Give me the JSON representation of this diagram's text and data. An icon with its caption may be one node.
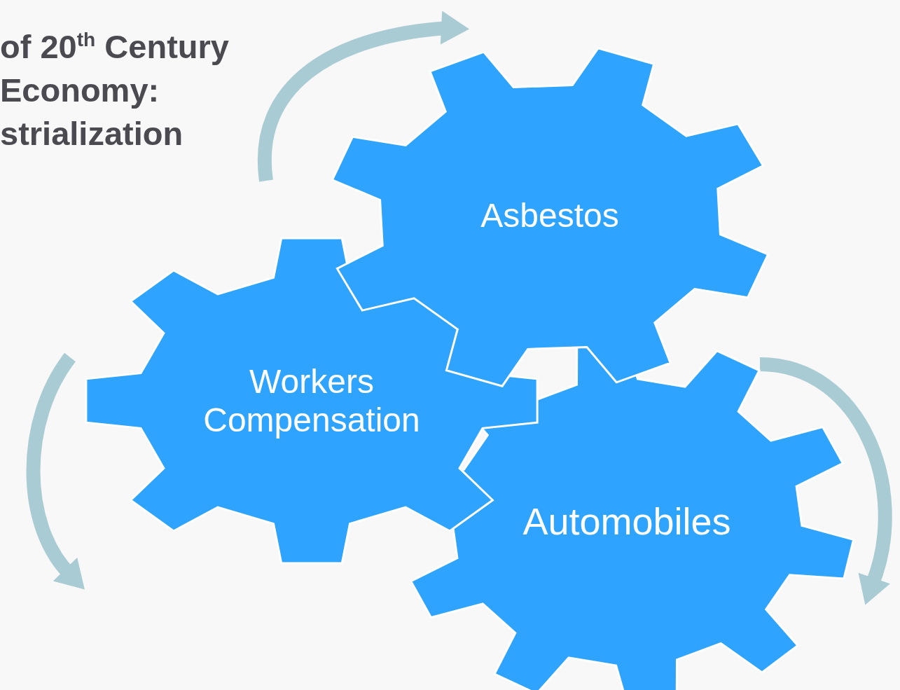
{
  "diagram": {
    "title": "of 20$^{th}$ Century Economy: strialization",
    "nodes": [
      {
        "text": [
          "Asbestos"
        ]
      },
      {
        "text": [
          "Workers Compensation"
        ]
      },
      {
        "text": [
          "Automobiles"
        ]
      }
    ]
  }
}
